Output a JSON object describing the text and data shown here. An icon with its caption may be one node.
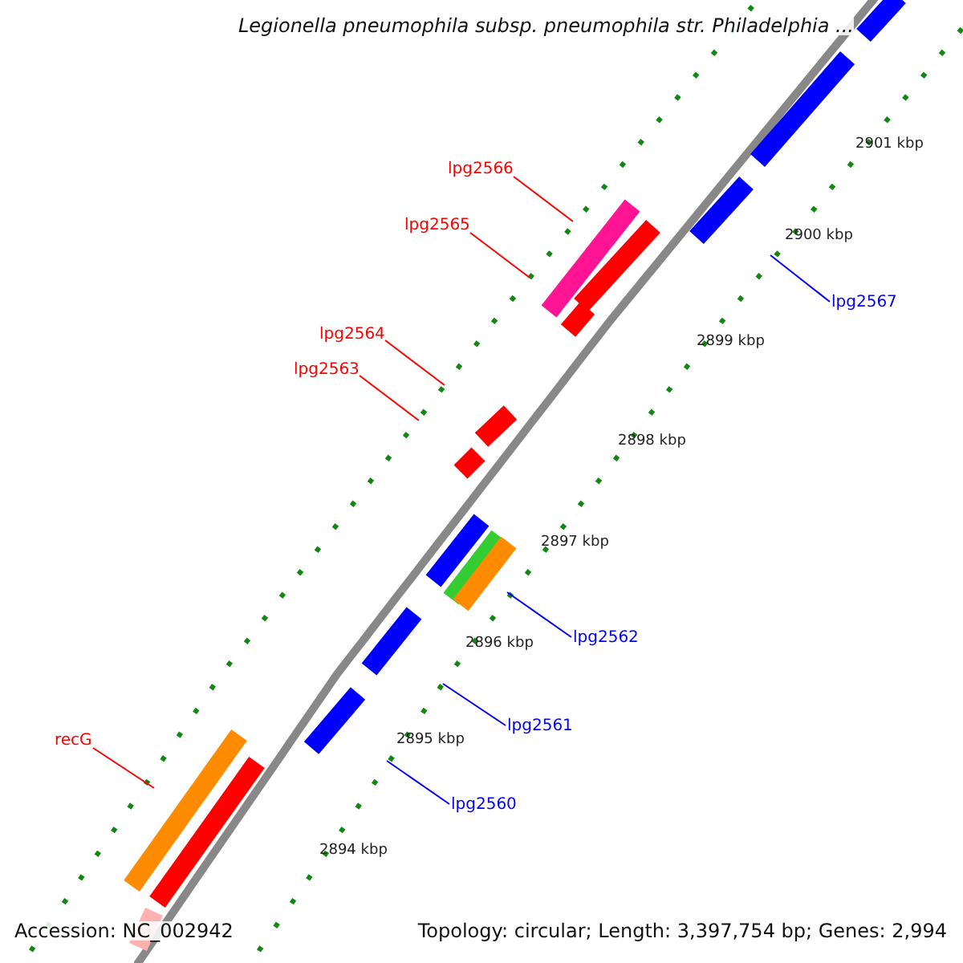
{
  "diagram": {
    "title": "Legionella pneumophila subsp. pneumophila str. Philadelphia ...",
    "nodes": [
      {
        "text": [
          "lpg2566"
        ]
      },
      {
        "text": [
          "lpg2565"
        ]
      },
      {
        "text": [
          "lpg2567"
        ]
      },
      {
        "text": [
          "lpg2564"
        ]
      },
      {
        "text": [
          "lpg2563"
        ]
      },
      {
        "text": [
          "lpg2562"
        ]
      },
      {
        "text": [
          "lpg2561"
        ]
      },
      {
        "text": [
          "recG"
        ]
      },
      {
        "text": [
          "lpg2560"
        ]
      }
    ],
    "edges": [
      {
        "from": 0,
        "to": null,
        "arrow": "none"
      },
      {
        "from": 1,
        "to": null,
        "arrow": "none"
      },
      {
        "from": 2,
        "to": null,
        "arrow": "none",
        "color": "#0000ff"
      },
      {
        "from": 3,
        "to": null,
        "arrow": "none"
      },
      {
        "from": 4,
        "to": null,
        "arrow": "none"
      },
      {
        "from": 5,
        "to": null,
        "arrow": "none",
        "color": "#0000ff"
      },
      {
        "from": 6,
        "to": null,
        "arrow": "none",
        "color": "#0000ff"
      },
      {
        "from": 7,
        "to": null,
        "arrow": "none"
      },
      {
        "from": 8,
        "to": null,
        "arrow": "none",
        "color": "#0000ff"
      }
    ],
    "labels": [
      "2901 kbp",
      "2900 kbp",
      "2899 kbp",
      "2898 kbp",
      "2897 kbp",
      "2896 kbp",
      "2895 kbp",
      "2894 kbp",
      "Accession: NC_002942",
      "Topology: circular; Length: 3,397,754 bp; Genes: 2,994"
    ]
  }
}
